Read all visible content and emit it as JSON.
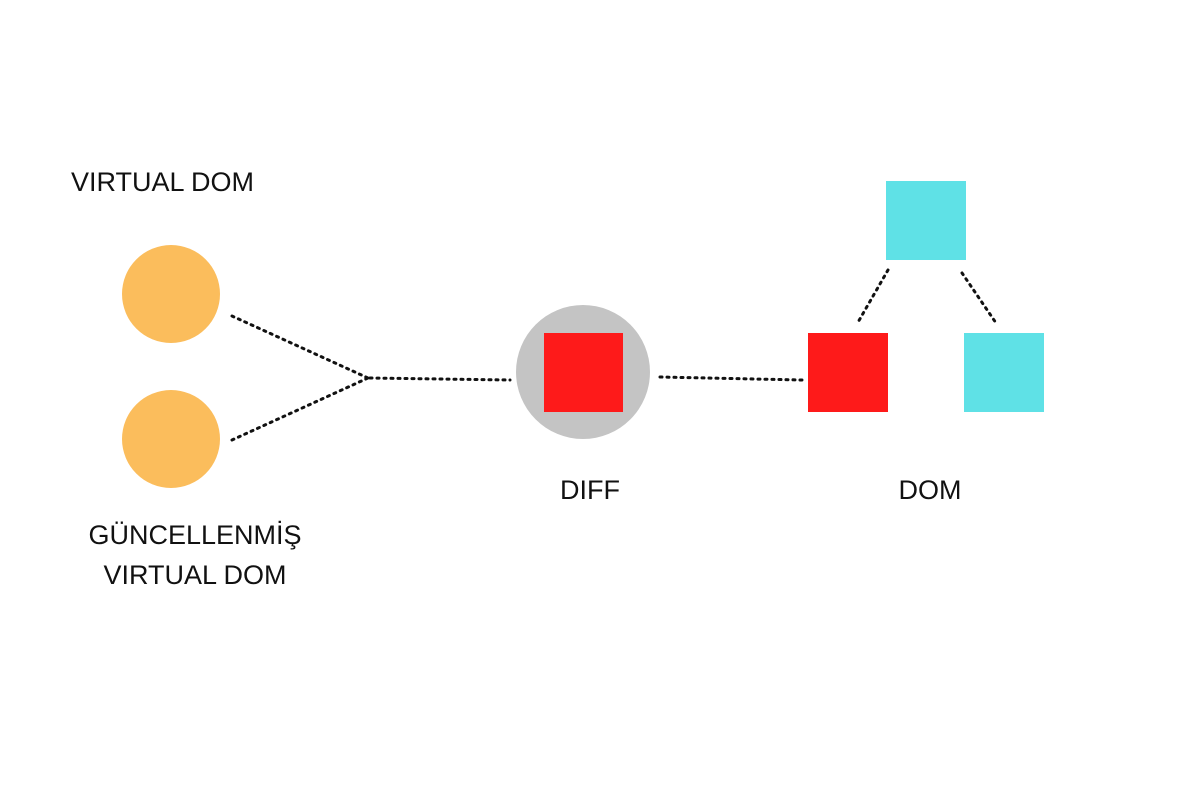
{
  "labels": {
    "virtual_dom": "VIRTUAL DOM",
    "updated_line1": "GÜNCELLENMİŞ",
    "updated_line2": "VIRTUAL DOM",
    "diff": "DIFF",
    "dom": "DOM"
  },
  "colors": {
    "virtual_node": "#fbbd5c",
    "diff_circle": "#c4c4c4",
    "changed_node": "#fe1a1a",
    "unchanged_node": "#5fe1e6",
    "connector": "#111111"
  }
}
